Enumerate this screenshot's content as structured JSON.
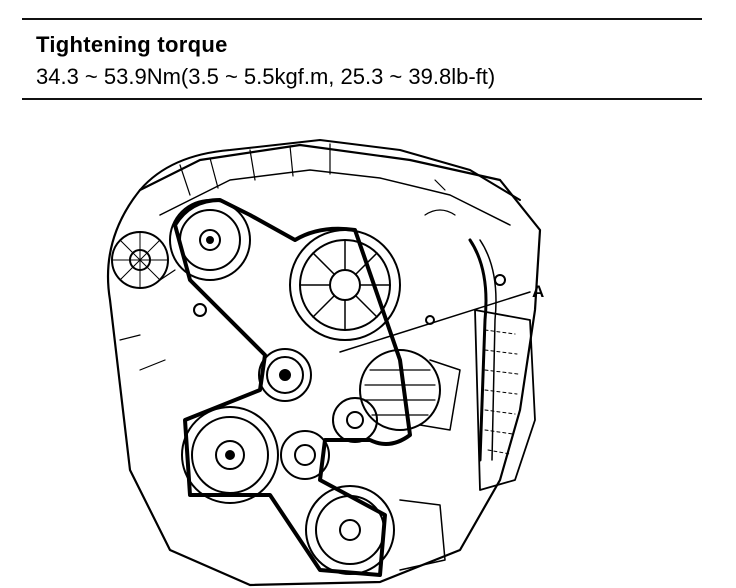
{
  "spec": {
    "title": "Tightening torque",
    "value": "34.3 ~ 53.9Nm(3.5 ~ 5.5kgf.m, 25.3 ~ 39.8lb-ft)"
  },
  "diagram": {
    "callout_label": "A"
  }
}
